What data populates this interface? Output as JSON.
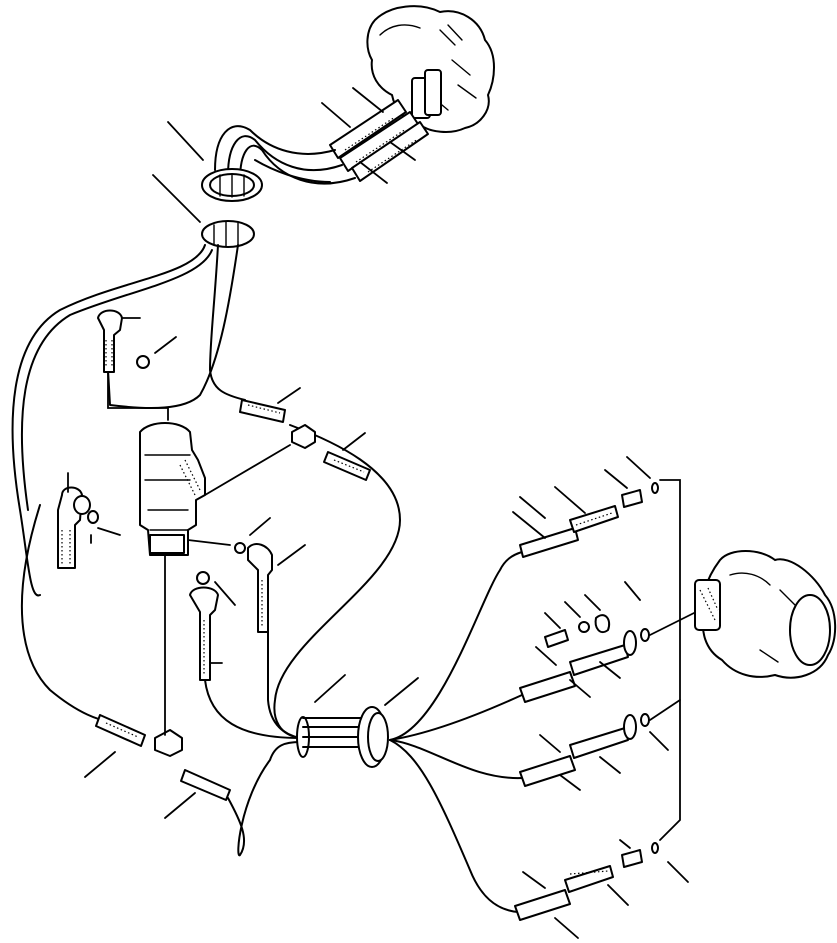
{
  "figure": {
    "caption": "",
    "callout_labels": []
  },
  "components": {
    "motor_upper": "hydraulic-motor-upper",
    "motor_right": "hydraulic-motor-right",
    "swivel_joint": "center-swivel-joint",
    "clamps": [
      "hose-clamp-upper-1",
      "hose-clamp-upper-2",
      "hose-clamp-lower-1",
      "hose-clamp-lower-2"
    ]
  },
  "colors": {
    "line": "#000000",
    "background": "#ffffff"
  }
}
